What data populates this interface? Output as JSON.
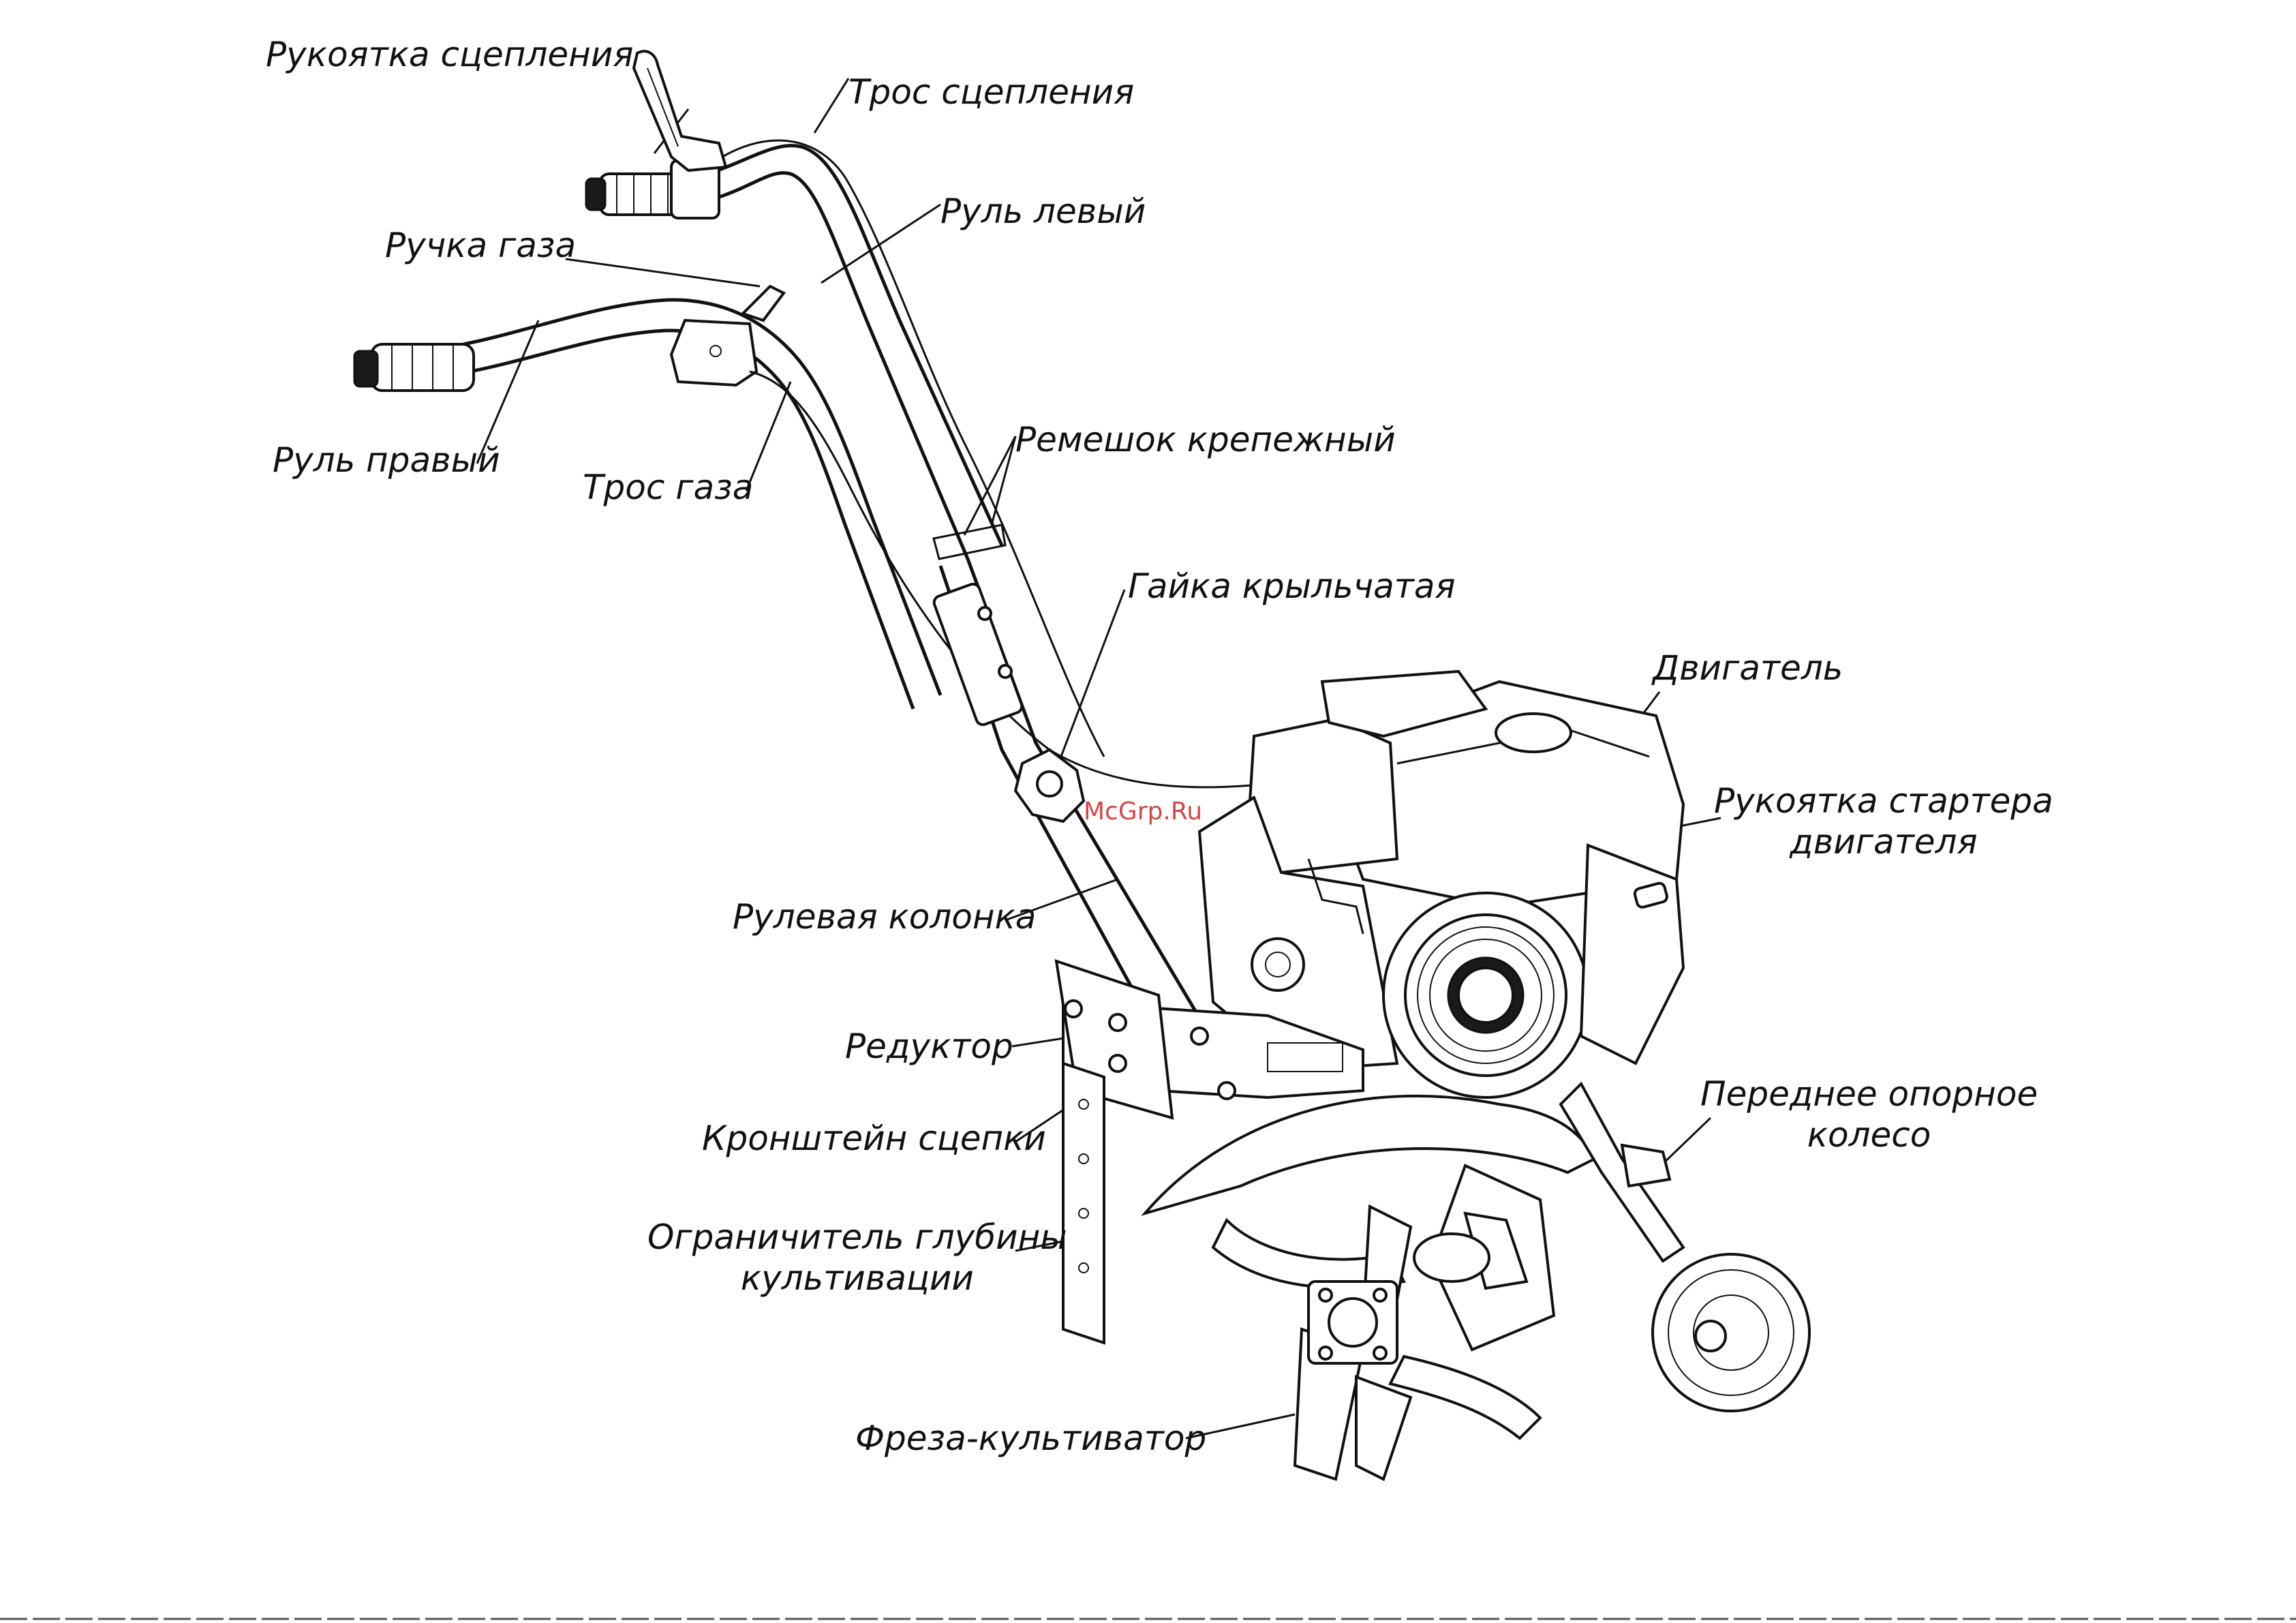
{
  "watermark": "McGrp.Ru",
  "labels": {
    "clutch_handle": "Рукоятка сцепления",
    "clutch_cable": "Трос сцепления",
    "left_handlebar": "Руль левый",
    "throttle_handle": "Ручка газа",
    "right_handlebar": "Руль правый",
    "throttle_cable": "Трос газа",
    "fastening_strap": "Ремешок крепежный",
    "wing_nut": "Гайка крыльчатая",
    "engine": "Двигатель",
    "starter_handle_line1": "Рукоятка стартера",
    "starter_handle_line2": "двигателя",
    "steering_column": "Рулевая колонка",
    "gearbox": "Редуктор",
    "hitch_bracket": "Кронштейн сцепки",
    "front_wheel_line1": "Переднее опорное",
    "front_wheel_line2": "колесо",
    "depth_limiter_line1": "Ограничитель глубины",
    "depth_limiter_line2": "культивации",
    "tiller_cutter": "Фреза-культиватор"
  }
}
